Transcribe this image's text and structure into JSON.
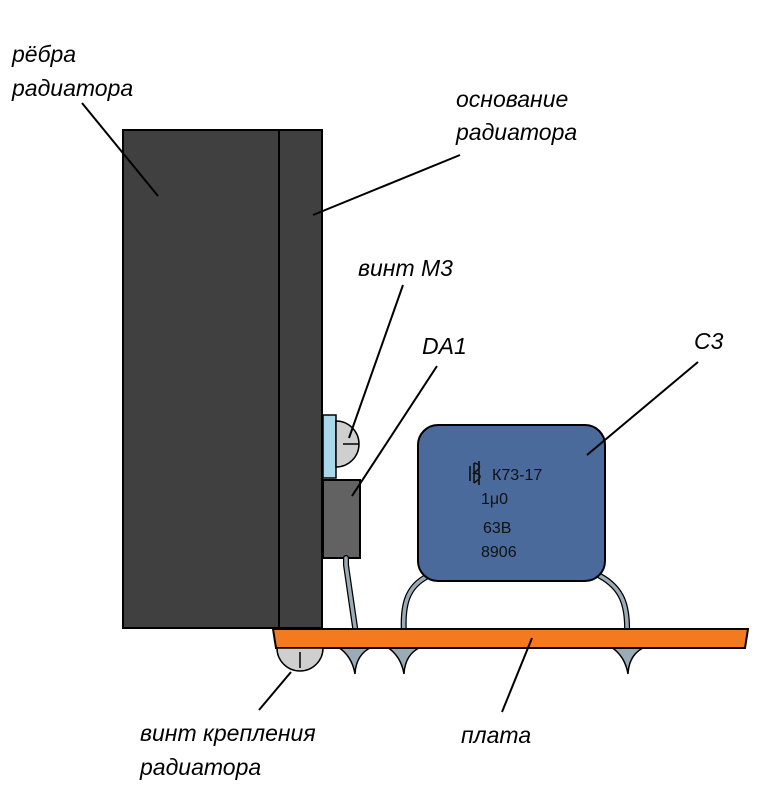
{
  "labels": {
    "fins_line1": "рёбра",
    "fins_line2": "радиатора",
    "base_line1": "основание",
    "base_line2": "радиатора",
    "screw_m3": "винт М3",
    "da1": "DA1",
    "c3": "С3",
    "mount_screw_line1": "винт крепления",
    "mount_screw_line2": "радиатора",
    "board": "плата"
  },
  "capacitor_marking": {
    "type": "К73-17",
    "capacitance": "1μ0",
    "voltage": "63В",
    "date_code": "8906"
  },
  "colors": {
    "heatsink": "#404040",
    "chip": "#626262",
    "insulator": "#a8d8ea",
    "capacitor": "#4a6a9b",
    "board": "#f47a20",
    "lead": "#9aacb8",
    "screw": "#cfcfcf"
  }
}
